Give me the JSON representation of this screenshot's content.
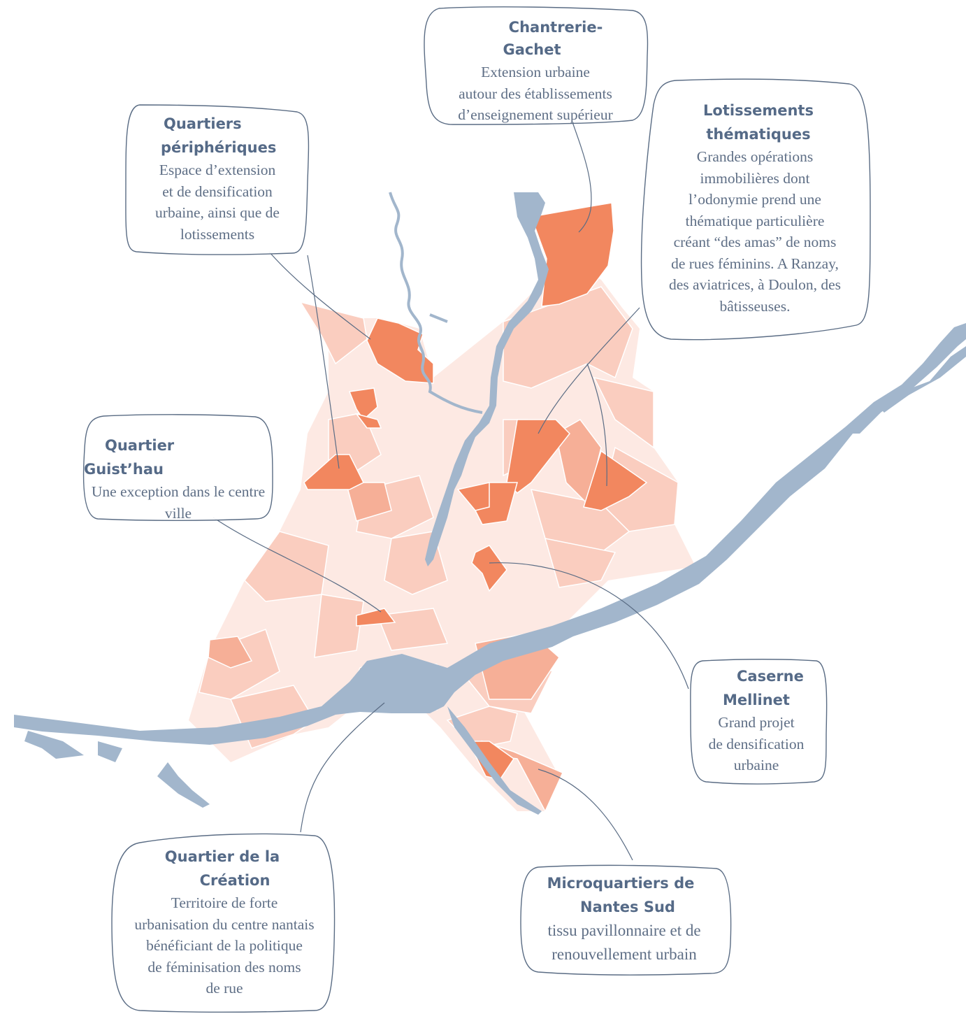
{
  "colors": {
    "river": "#a2b6cc",
    "border": "#5a6c84",
    "title": "#556a87",
    "text": "#5f6f86",
    "shade_1": "#fde9e3",
    "shade_2": "#facdbf",
    "shade_3": "#f6af97",
    "shade_4": "#f2875f",
    "shade_5": "#ee6637"
  },
  "annotations": [
    {
      "id": "chantrerie",
      "title_lines": [
        "Chantrerie-",
        "Gachet"
      ],
      "text_lines": [
        "Extension urbaine",
        "autour des établissements",
        "d’enseignement supérieur"
      ]
    },
    {
      "id": "peripheriques",
      "title_lines": [
        "Quartiers",
        "périphériques"
      ],
      "text_lines": [
        "Espace d’extension",
        "et de densification",
        "urbaine, ainsi que de",
        "lotissements"
      ]
    },
    {
      "id": "lotissements",
      "title_lines": [
        "Lotissements",
        "thématiques"
      ],
      "text_lines": [
        "Grandes opérations",
        "immobilières dont",
        "l’odonymie prend une",
        "thématique particulière",
        "créant “des amas” de noms",
        "de rues féminins. A Ranzay,",
        "des aviatrices, à Doulon, des",
        "bâtisseuses."
      ]
    },
    {
      "id": "guisthau",
      "title_lines": [
        "Quartier",
        "Guist’hau"
      ],
      "text_lines": [
        "Une exception dans le centre",
        "ville"
      ]
    },
    {
      "id": "mellinet",
      "title_lines": [
        "Caserne",
        "Mellinet"
      ],
      "text_lines": [
        "Grand projet",
        "de densification",
        "urbaine"
      ]
    },
    {
      "id": "creation",
      "title_lines": [
        "Quartier de la",
        "Création"
      ],
      "text_lines": [
        "Territoire de forte",
        "urbanisation du centre nantais",
        "bénéficiant de la politique",
        "de féminisation des noms",
        "de rue"
      ]
    },
    {
      "id": "nantes_sud",
      "title_lines": [
        "Microquartiers de",
        "Nantes Sud"
      ],
      "text_lines": [
        "tissu pavillonnaire et de",
        "renouvellement urbain"
      ]
    }
  ]
}
